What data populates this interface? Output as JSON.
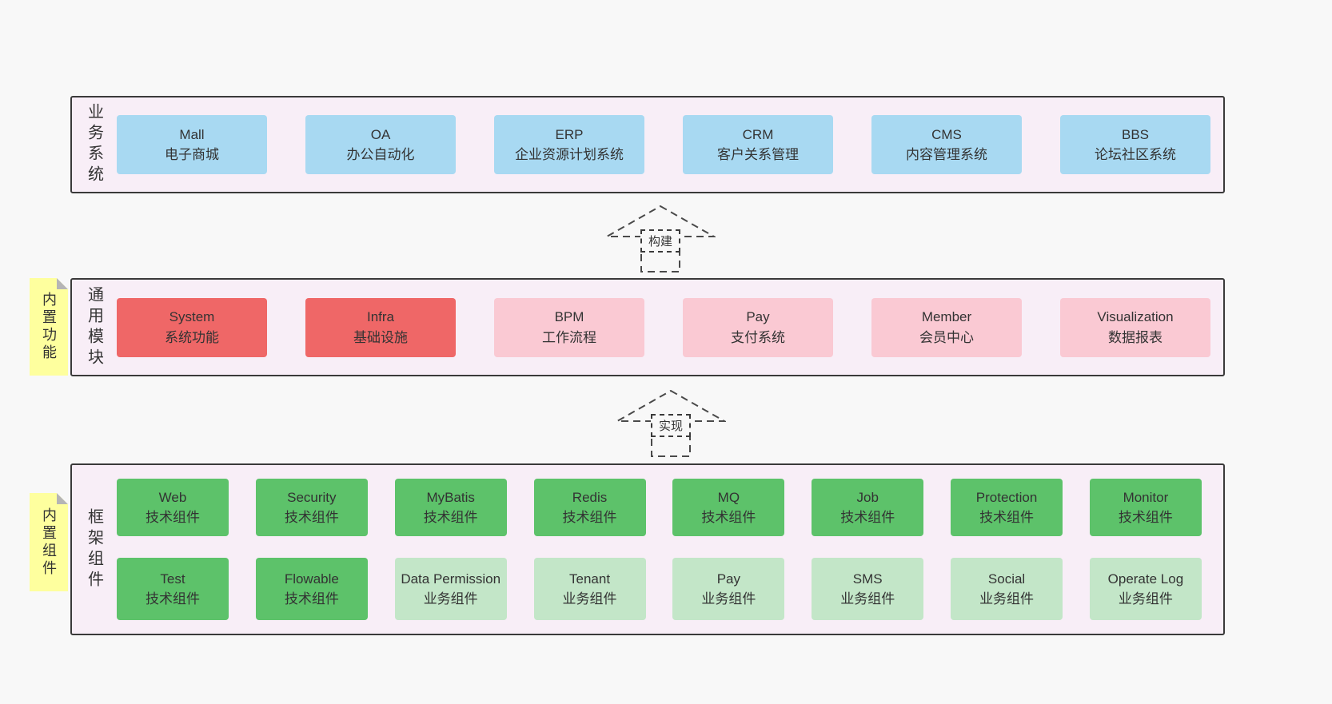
{
  "layers": {
    "business": {
      "label": "业务系统",
      "items": [
        {
          "en": "Mall",
          "zh": "电子商城",
          "variant": "blue"
        },
        {
          "en": "OA",
          "zh": "办公自动化",
          "variant": "blue"
        },
        {
          "en": "ERP",
          "zh": "企业资源计划系统",
          "variant": "blue"
        },
        {
          "en": "CRM",
          "zh": "客户关系管理",
          "variant": "blue"
        },
        {
          "en": "CMS",
          "zh": "内容管理系统",
          "variant": "blue"
        },
        {
          "en": "BBS",
          "zh": "论坛社区系统",
          "variant": "blue"
        }
      ]
    },
    "modules": {
      "label": "通用模块",
      "sticky": "内置功能",
      "items": [
        {
          "en": "System",
          "zh": "系统功能",
          "variant": "red"
        },
        {
          "en": "Infra",
          "zh": "基础设施",
          "variant": "red"
        },
        {
          "en": "BPM",
          "zh": "工作流程",
          "variant": "pink"
        },
        {
          "en": "Pay",
          "zh": "支付系统",
          "variant": "pink"
        },
        {
          "en": "Member",
          "zh": "会员中心",
          "variant": "pink"
        },
        {
          "en": "Visualization",
          "zh": "数据报表",
          "variant": "pink"
        }
      ]
    },
    "components": {
      "label": "框架组件",
      "sticky": "内置组件",
      "row1": [
        {
          "en": "Web",
          "zh": "技术组件",
          "variant": "green"
        },
        {
          "en": "Security",
          "zh": "技术组件",
          "variant": "green"
        },
        {
          "en": "MyBatis",
          "zh": "技术组件",
          "variant": "green"
        },
        {
          "en": "Redis",
          "zh": "技术组件",
          "variant": "green"
        },
        {
          "en": "MQ",
          "zh": "技术组件",
          "variant": "green"
        },
        {
          "en": "Job",
          "zh": "技术组件",
          "variant": "green"
        },
        {
          "en": "Protection",
          "zh": "技术组件",
          "variant": "green"
        },
        {
          "en": "Monitor",
          "zh": "技术组件",
          "variant": "green"
        }
      ],
      "row2": [
        {
          "en": "Test",
          "zh": "技术组件",
          "variant": "green"
        },
        {
          "en": "Flowable",
          "zh": "技术组件",
          "variant": "green"
        },
        {
          "en": "Data Permission",
          "zh": "业务组件",
          "variant": "lightgreen"
        },
        {
          "en": "Tenant",
          "zh": "业务组件",
          "variant": "lightgreen"
        },
        {
          "en": "Pay",
          "zh": "业务组件",
          "variant": "lightgreen"
        },
        {
          "en": "SMS",
          "zh": "业务组件",
          "variant": "lightgreen"
        },
        {
          "en": "Social",
          "zh": "业务组件",
          "variant": "lightgreen"
        },
        {
          "en": "Operate Log",
          "zh": "业务组件",
          "variant": "lightgreen"
        }
      ]
    }
  },
  "arrows": [
    {
      "label": "构建"
    },
    {
      "label": "实现"
    }
  ],
  "colors": {
    "layerBg": "#f8eef7",
    "border": "#3a3a3a",
    "blue": "#a8d9f2",
    "red": "#ef6767",
    "pink": "#fac9d3",
    "green": "#5dc26a",
    "lightgreen": "#c3e6c8",
    "sticky": "#feff9e",
    "fold": "#b5b5b5"
  }
}
